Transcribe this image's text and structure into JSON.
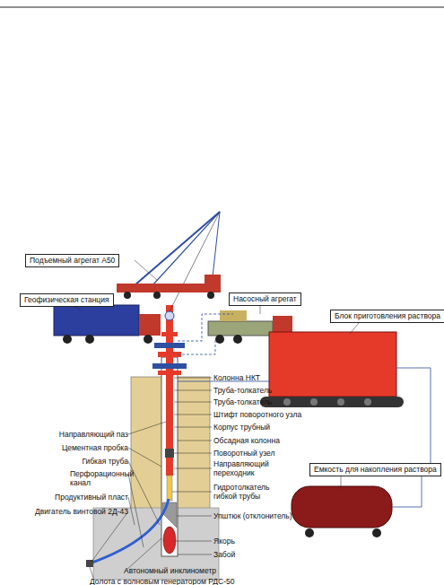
{
  "diagram": {
    "nodes": [
      {
        "text": [
          "Подъемный агрегат А50"
        ]
      },
      {
        "text": [
          "Геофизическая станция"
        ]
      },
      {
        "text": [
          "Насосный агрегат"
        ]
      },
      {
        "text": [
          "Блок приготовления раствора"
        ]
      },
      {
        "text": [
          "Емкость для накопления раствора"
        ]
      }
    ],
    "labels": [
      "Колонна НКТ",
      "Труба-толкатель",
      "Труба-толкатель",
      "Штифт поворотного узла",
      "Корпус трубный",
      "Направляющий паз",
      "Обсадная колонна",
      "Цементная пробка",
      "Поворотный узел",
      "Гибкая труба",
      "Направляющий переходник",
      "Перфорационный канал",
      "Гидротолкатель гибкой трубы",
      "Продуктивный пласт",
      "Упштюк (отклонитель)",
      "Двигатель винтовой 2Д-43",
      "Якорь",
      "Забой",
      "Автономный инклинометр",
      "Долота с волновым генератором РДС-50"
    ]
  }
}
